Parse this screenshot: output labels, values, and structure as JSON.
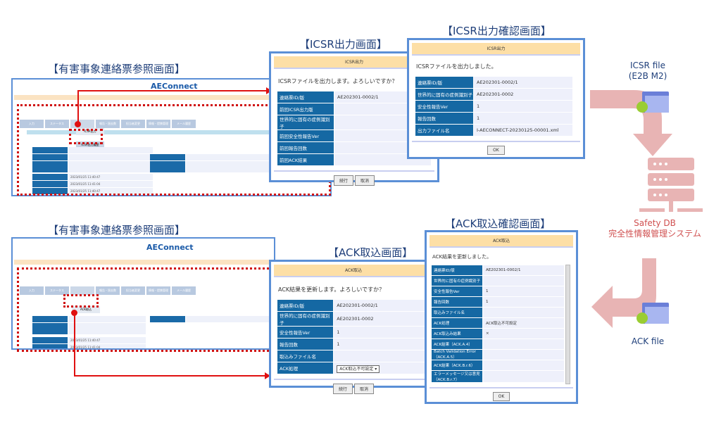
{
  "titles": {
    "ref_screen_1": "【有害事象連絡票参照画面】",
    "ref_screen_2": "【有害事象連絡票参照画面】",
    "icsr_output": "【ICSR出力画面】",
    "icsr_confirm": "【ICSR出力確認画面】",
    "ack_import": "【ACK取込画面】",
    "ack_confirm": "【ACK取込確認画面】"
  },
  "app": {
    "logo": "AEConnect",
    "tabs": [
      "入力",
      "ステータス",
      "",
      "報告・過去数",
      "担当者変更",
      "情報・提携管理",
      "メール履歴"
    ],
    "menu1": [
      "ICSR出力",
      "ICSR出力履歴"
    ],
    "menu2": [
      "ACK取込"
    ],
    "dates": [
      "2023/01/25 11:40:47",
      "2023/01/25 11:41:04",
      "2023/01/25 11:40:47"
    ]
  },
  "icsr_dialog": {
    "header": "ICSR出力",
    "message": "ICSRファイルを出力します。よろしいですか？",
    "rows": [
      {
        "k": "連絡票ID/版",
        "v": "AE202301-0002/1"
      },
      {
        "k": "前回ICSR出力版",
        "v": ""
      },
      {
        "k": "世界的に固有の症例識別子",
        "v": ""
      },
      {
        "k": "前回安全性報告Ver",
        "v": ""
      },
      {
        "k": "前回報告回数",
        "v": ""
      },
      {
        "k": "前回ACK結果",
        "v": ""
      }
    ],
    "continue": "続行",
    "cancel": "取消"
  },
  "icsr_confirm_dialog": {
    "header": "ICSR出力",
    "message": "ICSRファイルを出力しました。",
    "rows": [
      {
        "k": "連絡票ID/版",
        "v": "AE202301-0002/1"
      },
      {
        "k": "世界的に固有の症例識別子",
        "v": "AE202301-0002"
      },
      {
        "k": "安全性報告Ver",
        "v": "1"
      },
      {
        "k": "報告回数",
        "v": "1"
      },
      {
        "k": "出力ファイル名",
        "v": "I-AECONNECT-20230125-00001.xml"
      }
    ],
    "ok": "OK"
  },
  "ack_dialog": {
    "header": "ACK取込",
    "message": "ACK結果を更新します。よろしいですか？",
    "rows": [
      {
        "k": "連絡票ID/版",
        "v": "AE202301-0002/1"
      },
      {
        "k": "世界的に固有の症例識別子",
        "v": "AE202301-0002"
      },
      {
        "k": "安全性報告Ver",
        "v": "1"
      },
      {
        "k": "報告回数",
        "v": "1"
      },
      {
        "k": "取込みファイル名",
        "v": ""
      }
    ],
    "ack_process_label": "ACK処理",
    "ack_process_value": "ACK取込不可設定",
    "continue": "続行",
    "cancel": "取消"
  },
  "ack_confirm_dialog": {
    "header": "ACK取込",
    "message": "ACK結果を更新しました。",
    "rows": [
      {
        "k": "連絡票ID/版",
        "v": "AE202301-0002/1"
      },
      {
        "k": "世界的に固有の症例識別子",
        "v": ""
      },
      {
        "k": "安全性報告Ver",
        "v": "1"
      },
      {
        "k": "報告回数",
        "v": "1"
      },
      {
        "k": "取込みファイル名",
        "v": ""
      },
      {
        "k": "ACK処理",
        "v": "ACK取込不可設定"
      },
      {
        "k": "ACK取込み結果",
        "v": "×"
      },
      {
        "k": "ACK結果（ACK.A.4）",
        "v": ""
      },
      {
        "k": "Batch Validation Error（ACK.A.5）",
        "v": ""
      },
      {
        "k": "ACK結果（ACK.B.r.6）",
        "v": ""
      },
      {
        "k": "エラーメッセージ又は意見（ACK.B.r.7）",
        "v": ""
      }
    ],
    "ok": "OK"
  },
  "flow": {
    "icsr_file": "ICSR file",
    "icsr_format": "(E2B M2)",
    "db_name": "Safety DB",
    "db_sub": "完全性情報管理システム",
    "ack_file": "ACK file"
  },
  "colors": {
    "accent_blue": "#1568a3",
    "dialog_border": "#5b8fd6",
    "header_bg": "#fddfa6",
    "red": "#d01010",
    "pink_arrow": "#e8b4b4"
  }
}
